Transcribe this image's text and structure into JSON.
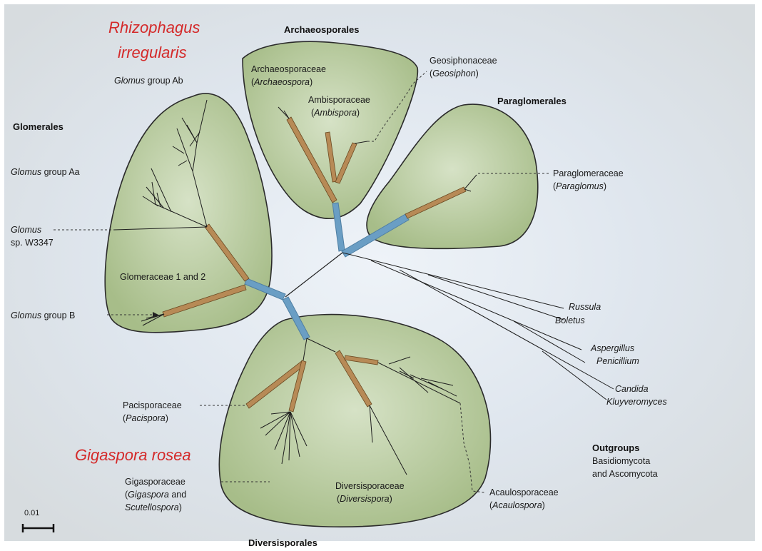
{
  "highlights": {
    "rhizophagus_line1": "Rhizophagus",
    "rhizophagus_line2": "irregularis",
    "gigaspora": "Gigaspora rosea"
  },
  "orders": {
    "archaeosporales": "Archaeosporales",
    "glomerales": "Glomerales",
    "paraglomerales": "Paraglomerales",
    "diversisporales": "Diversisporales",
    "outgroups": "Outgroups"
  },
  "labels": {
    "glomus_ab": "group Ab",
    "glomus_ab_genus": "Glomus",
    "glomus_aa_genus": "Glomus",
    "glomus_aa": "group Aa",
    "glomus_sp_genus": "Glomus",
    "glomus_sp": "sp. W3347",
    "glomeraceae": "Glomeraceae 1 and 2",
    "glomus_b_genus": "Glomus",
    "glomus_b": "group  B",
    "archaeosporaceae": "Archaeosporaceae",
    "archaeospora": "Archaeospora",
    "ambisporaceae": "Ambisporaceae",
    "ambispora": "Ambispora",
    "geosiphonaceae": "Geosiphonaceae",
    "geosiphon": "Geosiphon",
    "paraglomeraceae": "Paraglomeraceae",
    "paraglomus": "Paraglomus",
    "russula": "Russula",
    "boletus": "Boletus",
    "aspergillus": "Aspergillus",
    "penicillium": "Penicillium",
    "candida": "Candida",
    "kluyveromyces": "Kluyveromyces",
    "outgroups_line1": "Basidiomycota",
    "outgroups_line2": "and Ascomycota",
    "pacisporaceae": "Pacisporaceae",
    "pacispora": "Pacispora",
    "gigasporaceae": "Gigasporaceae",
    "gigaspora_genus": "Gigaspora",
    "gigaspora_and": " and",
    "scutellospora": "Scutellospora",
    "diversisporaceae": "Diversisporaceae",
    "diversispora": "Diversispora",
    "acaulosporaceae": "Acaulosporaceae",
    "acaulospora": "Acaulospora",
    "scale": "0.01"
  },
  "colors": {
    "clade_fill": "#a9bf8c",
    "clade_stroke": "#2b2b2b",
    "blue_branch": "#6a9ec4",
    "tan_branch": "#b78a56",
    "highlight_red": "#d42a2a"
  }
}
